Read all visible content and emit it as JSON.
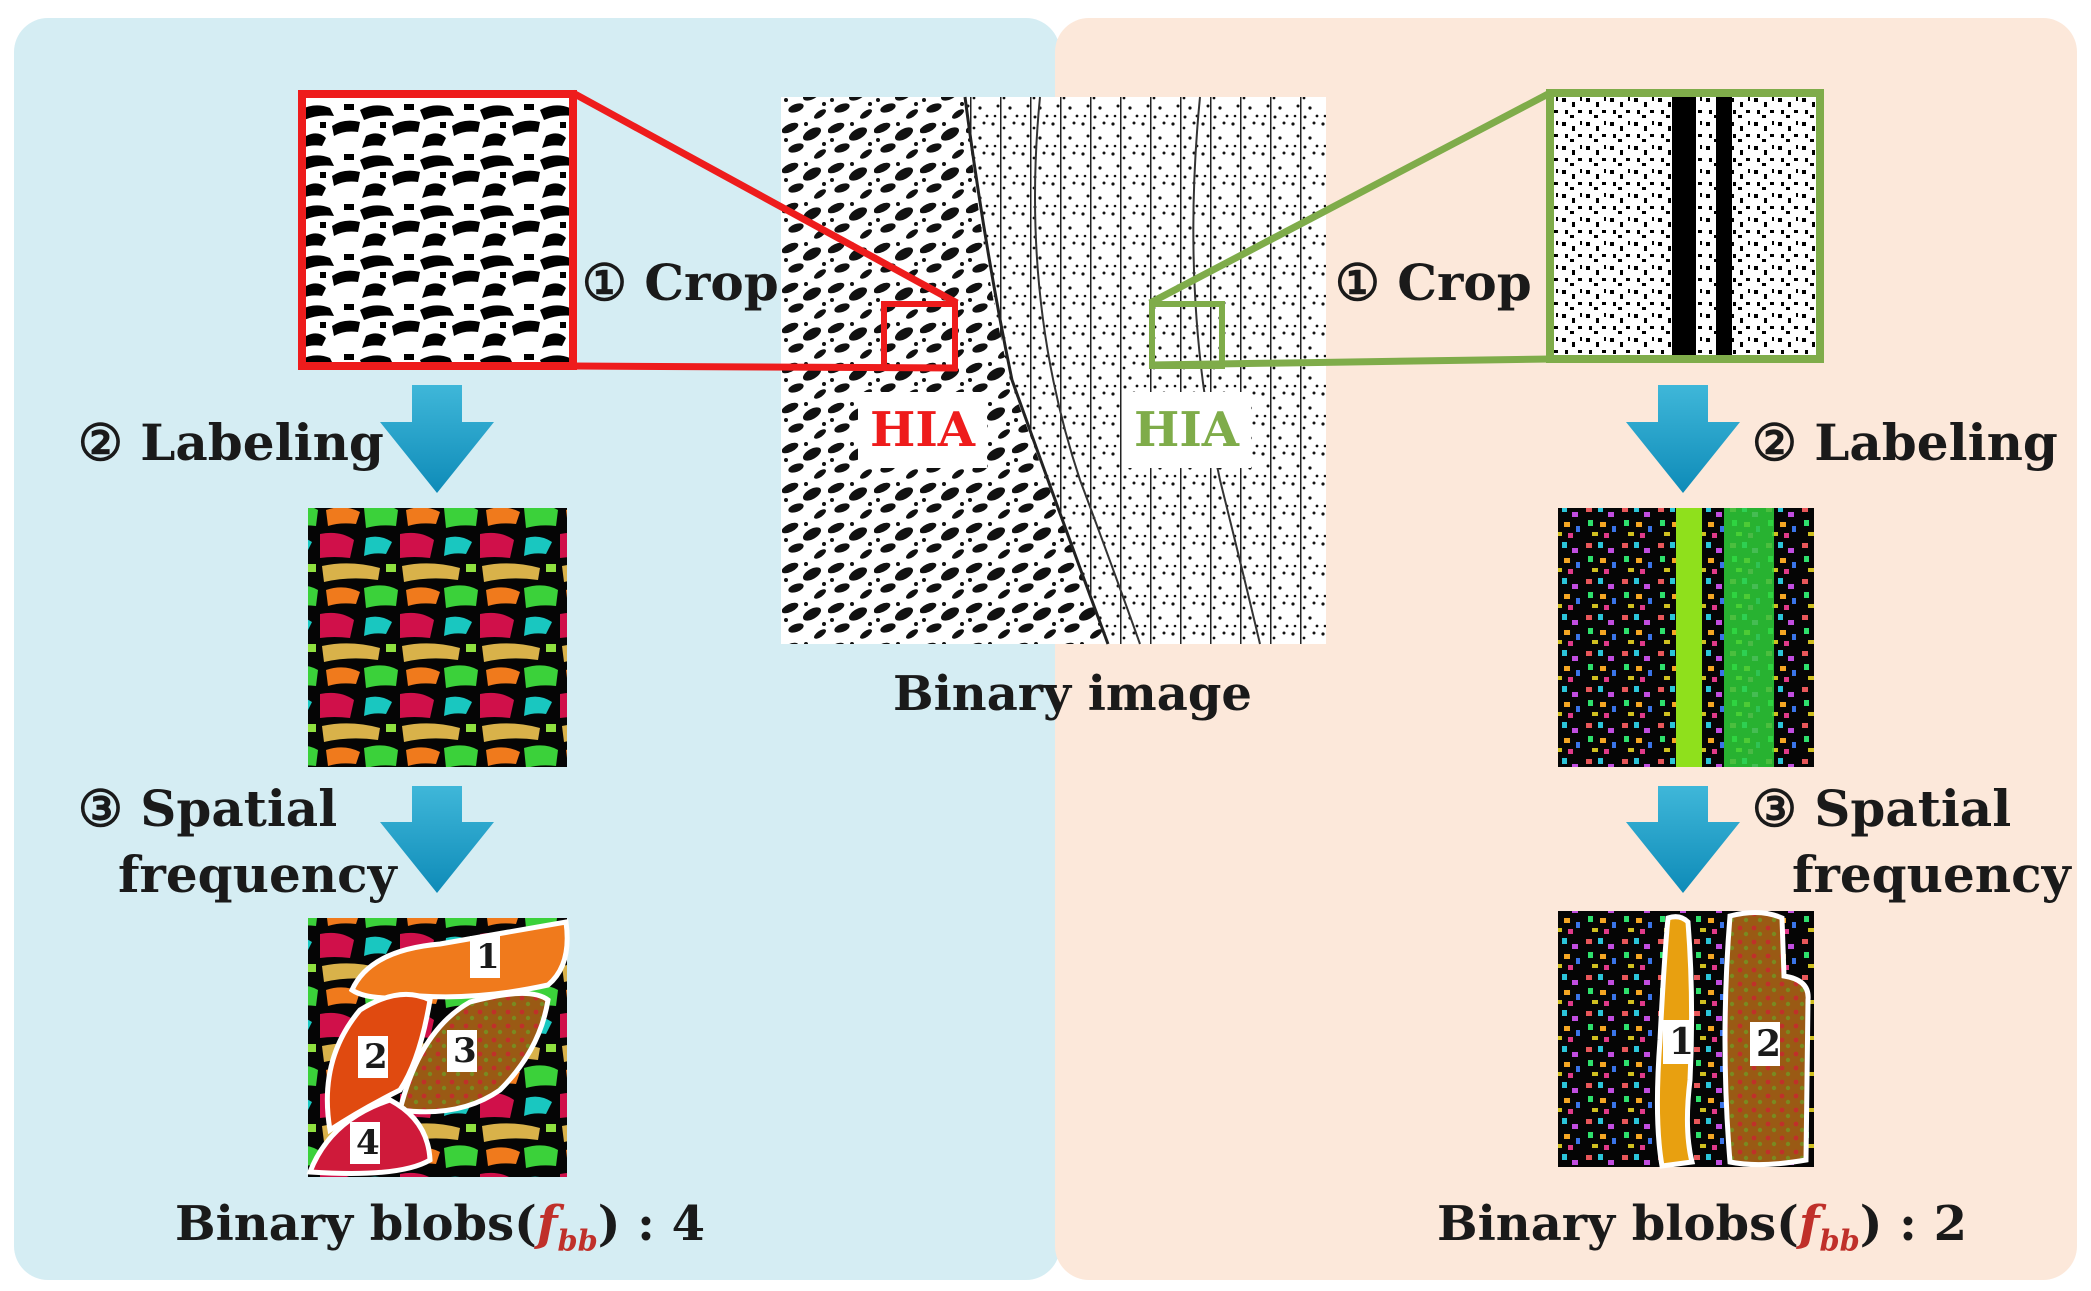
{
  "left_panel": {
    "bg": "#d5edf3",
    "highlight_color": "#ee1c1c",
    "step1": {
      "num": "①",
      "text": "Crop"
    },
    "step2": {
      "num": "②",
      "text": "Labeling"
    },
    "step3": {
      "num": "③",
      "text": "Spatial",
      "text2": "frequency"
    },
    "blob_numbers": [
      "1",
      "2",
      "3",
      "4"
    ],
    "result": {
      "prefix": "Binary blobs(",
      "f": "f",
      "sub": "bb",
      "suffix": ") : 4"
    }
  },
  "right_panel": {
    "bg": "#fce8da",
    "highlight_color": "#7fac4a",
    "step1": {
      "num": "①",
      "text": "Crop"
    },
    "step2": {
      "num": "②",
      "text": "Labeling"
    },
    "step3": {
      "num": "③",
      "text": "Spatial",
      "text2": "frequency"
    },
    "blob_numbers": [
      "1",
      "2"
    ],
    "result": {
      "prefix": "Binary blobs(",
      "f": "f",
      "sub": "bb",
      "suffix": ") : 2"
    }
  },
  "center": {
    "caption": "Binary image",
    "hia_left": "HIA",
    "hia_right": "HIA"
  },
  "arrow_color": "#1fa2c9"
}
